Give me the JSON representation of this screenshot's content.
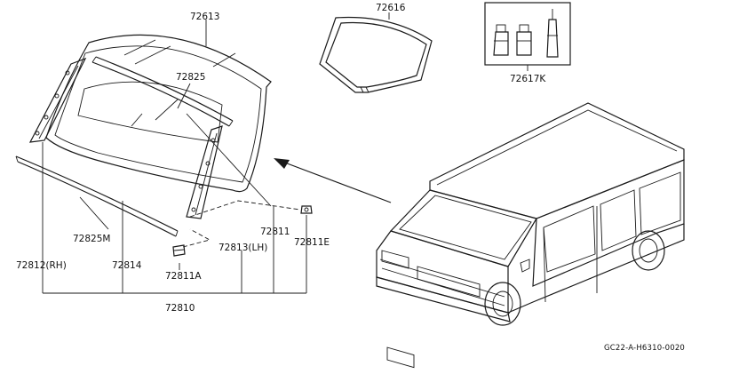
{
  "labels": {
    "windshield_glass": "72613",
    "moulding_top": "72825",
    "seal_kit": "72616",
    "adhesive_kit": "72617K",
    "moulding_side_rh": "72812(RH)",
    "moulding_lower": "72825M",
    "lower_strip": "72814",
    "fastener": "72811",
    "fastener_e": "72811E",
    "side_lh": "72813(LH)",
    "clip_a": "72811A",
    "assembly": "72810"
  },
  "figure_code": "GC22-A-H6310-0020",
  "colors": {
    "ink": "#1a1a1a",
    "background": "#ffffff"
  }
}
